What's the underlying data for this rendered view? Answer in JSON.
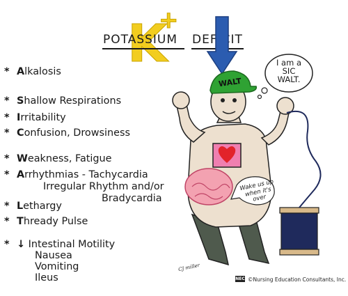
{
  "title": {
    "symbol_main": "K",
    "symbol_charge": "+",
    "word1": "POTASSIUM",
    "word2": "DEFICIT"
  },
  "colors": {
    "symbol": "#f2cd1f",
    "arrow": "#2b5cb0",
    "cap": "#2fa233",
    "skin": "#ede0cf",
    "pants": "#4f5a4d",
    "heart_box": "#f07fb0",
    "heart": "#e2232a",
    "intestine": "#f3a2b1"
  },
  "symptoms": [
    {
      "star": "*",
      "initial": "A",
      "rest": "lkalosis"
    },
    {
      "star": "*",
      "initial": "S",
      "rest": "hallow Respirations"
    },
    {
      "star": "*",
      "initial": "I",
      "rest": "rritability"
    },
    {
      "star": "*",
      "initial": "C",
      "rest": "onfusion, Drowsiness"
    },
    {
      "star": "*",
      "initial": "W",
      "rest": "eakness, Fatigue"
    },
    {
      "star": "*",
      "initial": "A",
      "rest": "rrhythmias - Tachycardia"
    },
    {
      "star": "*",
      "initial": "L",
      "rest": "ethargy"
    },
    {
      "star": "*",
      "initial": "T",
      "rest": "hready Pulse"
    },
    {
      "star": "*",
      "initial": "↓",
      "rest": " Intestinal Motility"
    }
  ],
  "arrhythmia_extra": [
    "Irregular Rhythm and/or",
    "Bradycardia"
  ],
  "motility_extra": [
    "Nausea",
    "Vomiting",
    "Ileus"
  ],
  "bubble": {
    "line1": "I am a",
    "line2": "SIC",
    "line3": "WALT."
  },
  "cap_text": "WALT",
  "speech": {
    "line1": "Wake us up",
    "line2": "when it's over"
  },
  "signature": "CJ miller",
  "copyright": "©Nursing Education Consultants, Inc.",
  "logo_text": "NEC"
}
